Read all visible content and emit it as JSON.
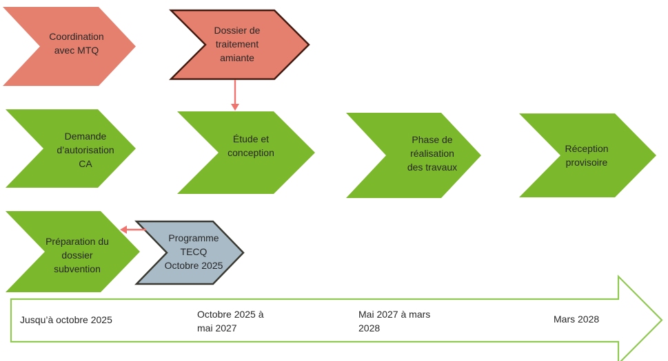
{
  "colors": {
    "background": "#FFFFFF",
    "salmon": "#E5806F",
    "green": "#7CB82B",
    "blue_gray": "#A9BBC6",
    "amiante_border": "#421A10",
    "tecq_border": "#3A3A32",
    "timeline_green": "#90C852",
    "arrow_red": "#F0736E",
    "text": "#262626"
  },
  "shapes": {
    "coordination": {
      "label": "Coordination\navec MTQ"
    },
    "amiante": {
      "label": "Dossier de\ntraitement\namiante"
    },
    "demande": {
      "label": "Demande\nd’autorisation\nCA"
    },
    "etude": {
      "label": "Étude et\nconception"
    },
    "phase": {
      "label": "Phase de\nréalisation\ndes travaux"
    },
    "reception": {
      "label": "Réception\nprovisoire"
    },
    "preparation": {
      "label": "Préparation du\ndossier\nsubvention"
    },
    "tecq": {
      "label": "Programme\nTECQ\nOctobre 2025"
    }
  },
  "timeline": {
    "segments": [
      "Jusqu’à octobre 2025",
      "Octobre 2025 à\nmai 2027",
      "Mai 2027 à mars\n2028",
      "Mars 2028"
    ]
  }
}
